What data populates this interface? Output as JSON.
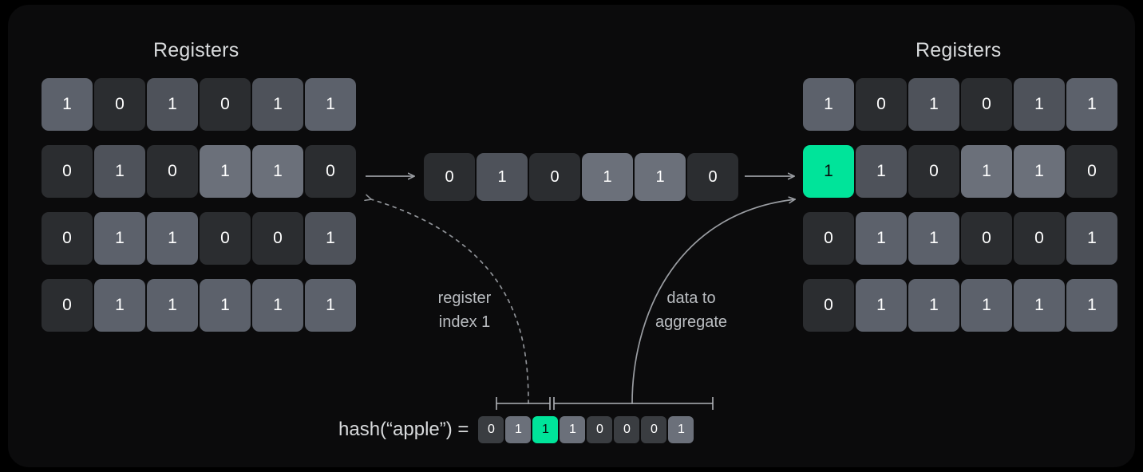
{
  "diagram": {
    "title_left": "Registers",
    "title_right": "Registers",
    "accent_color": "#00e49a",
    "background_color": "#0b0b0c"
  },
  "registers_left": {
    "rows": [
      {
        "bits": [
          "1",
          "0",
          "1",
          "0",
          "1",
          "1"
        ],
        "shades": [
          "s3",
          "s0",
          "s2",
          "s0",
          "s2",
          "s3"
        ]
      },
      {
        "bits": [
          "0",
          "1",
          "0",
          "1",
          "1",
          "0"
        ],
        "shades": [
          "s0",
          "s2",
          "s0",
          "s4",
          "s4",
          "s0"
        ]
      },
      {
        "bits": [
          "0",
          "1",
          "1",
          "0",
          "0",
          "1"
        ],
        "shades": [
          "s0",
          "s3",
          "s3",
          "s0",
          "s0",
          "s2"
        ]
      },
      {
        "bits": [
          "0",
          "1",
          "1",
          "1",
          "1",
          "1"
        ],
        "shades": [
          "s0",
          "s3",
          "s3",
          "s3",
          "s3",
          "s3"
        ]
      }
    ]
  },
  "registers_middle": {
    "bits": [
      "0",
      "1",
      "0",
      "1",
      "1",
      "0"
    ],
    "shades": [
      "s0",
      "s2",
      "s0",
      "s4",
      "s4",
      "s0"
    ]
  },
  "registers_right": {
    "rows": [
      {
        "bits": [
          "1",
          "0",
          "1",
          "0",
          "1",
          "1"
        ],
        "shades": [
          "s3",
          "s0",
          "s2",
          "s0",
          "s2",
          "s3"
        ]
      },
      {
        "bits": [
          "1",
          "1",
          "0",
          "1",
          "1",
          "0"
        ],
        "shades": [
          "hl",
          "s2",
          "s0",
          "s4",
          "s4",
          "s0"
        ]
      },
      {
        "bits": [
          "0",
          "1",
          "1",
          "0",
          "0",
          "1"
        ],
        "shades": [
          "s0",
          "s3",
          "s3",
          "s0",
          "s0",
          "s2"
        ]
      },
      {
        "bits": [
          "0",
          "1",
          "1",
          "1",
          "1",
          "1"
        ],
        "shades": [
          "s0",
          "s3",
          "s3",
          "s3",
          "s3",
          "s3"
        ]
      }
    ]
  },
  "annotations": {
    "register_index": "register\nindex 1",
    "data_to_aggregate": "data to\naggregate"
  },
  "hash": {
    "label": "hash(“apple”) =",
    "bits": [
      "0",
      "1",
      "1",
      "1",
      "0",
      "0",
      "0",
      "1"
    ],
    "shades": [
      "s0",
      "s1",
      "hl",
      "s1",
      "s0",
      "s0",
      "s0",
      "s1"
    ],
    "index_bit_count": 2,
    "data_bit_count": 6
  }
}
